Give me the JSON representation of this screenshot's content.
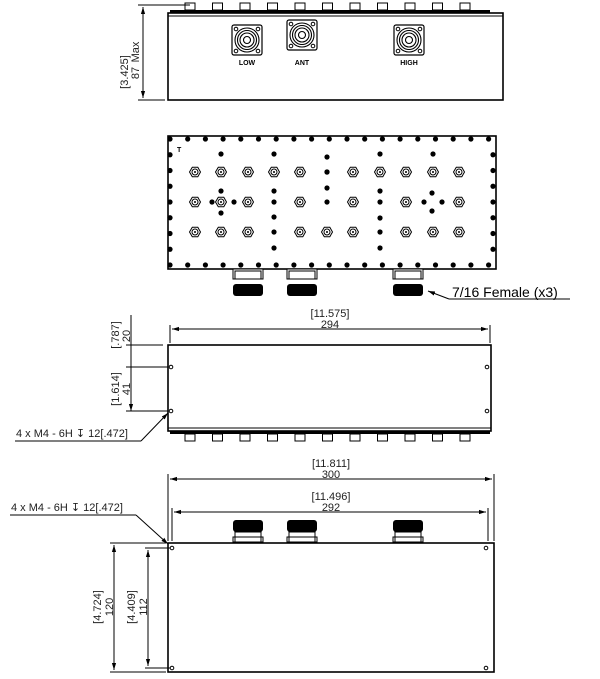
{
  "top_view": {
    "height_dim": "87",
    "height_dim_in": "[3.425]",
    "height_qualifier": "Max",
    "connector_labels": [
      "LOW",
      "ANT",
      "HIGH"
    ]
  },
  "plan_view": {
    "connector_note": "7/16 Female (x3)",
    "corner_mark": "T"
  },
  "side_view": {
    "width_dim": "294",
    "width_dim_in": "[11.575]",
    "offset_dim": "20",
    "offset_dim_in": "[.787]",
    "hole_spacing_dim": "41",
    "hole_spacing_dim_in": "[1.614]",
    "thread_note": "4 x  M4 - 6H ↧ 12[.472]"
  },
  "bottom_view": {
    "overall_width_dim": "300",
    "overall_width_dim_in": "[11.811]",
    "hole_width_dim": "292",
    "hole_width_dim_in": "[11.496]",
    "overall_height_dim": "120",
    "overall_height_dim_in": "[4.724]",
    "hole_height_dim": "112",
    "hole_height_dim_in": "[4.409]",
    "thread_note": "4 x  M4 - 6H ↧ 12[.472]"
  }
}
